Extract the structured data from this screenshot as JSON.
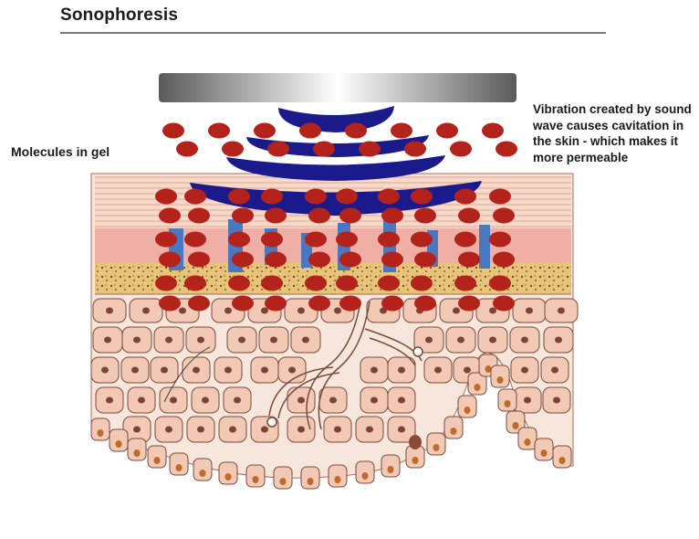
{
  "title": "Sonophoresis",
  "labels": {
    "gel": "Molecules in gel",
    "vibration": "Vibration created by sound wave causes cavitation in the skin - which makes it more permeable"
  },
  "colors": {
    "molecule": "#b3231b",
    "sound_wave": "#1a1a8c",
    "channel": "#4a78c0",
    "skin_surface": "#f2c9b5",
    "dermis": "#f4d4c4",
    "cell_outline": "#7a4a3a",
    "nucleus": "#7d4433",
    "transducer": "#9a9a9a"
  }
}
